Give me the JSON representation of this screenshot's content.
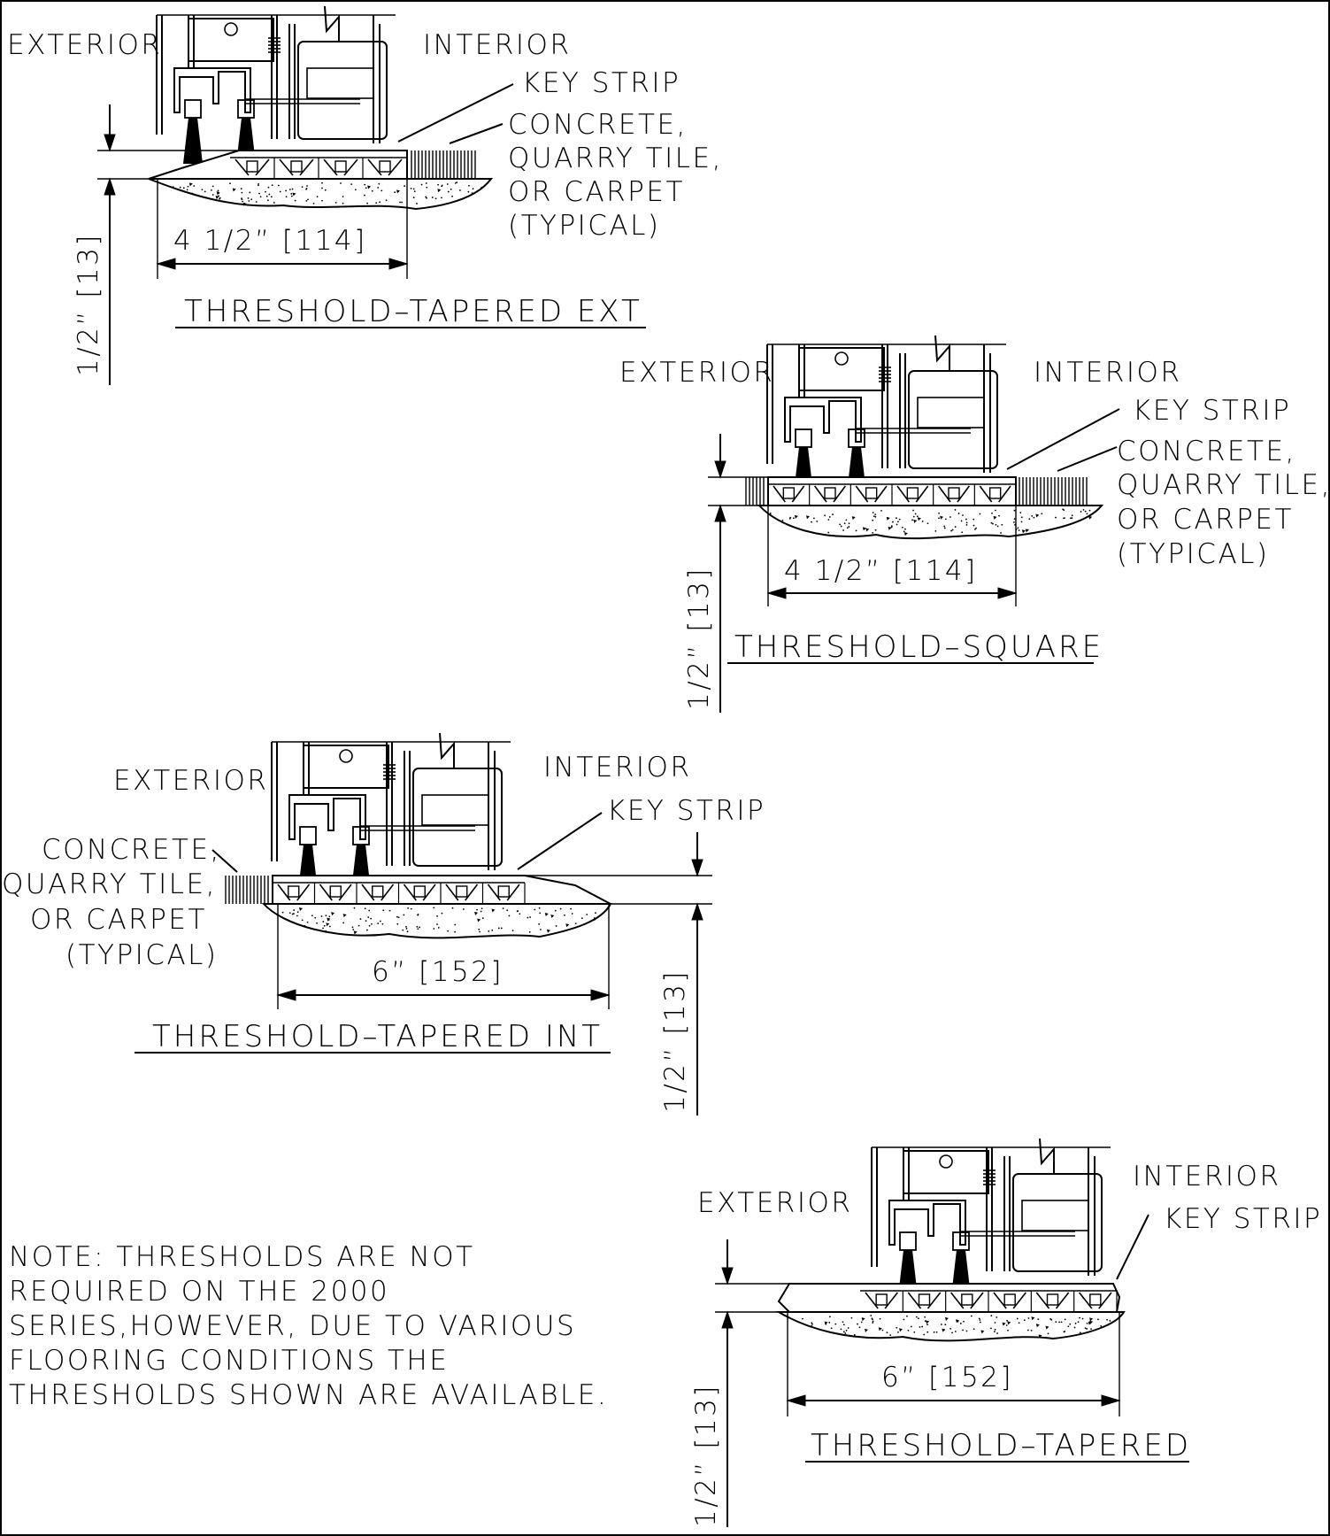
{
  "details": [
    {
      "title": "THRESHOLD–TAPERED EXT",
      "exterior": "EXTERIOR",
      "interior": "INTERIOR",
      "key_strip": "KEY STRIP",
      "floor_note": [
        "CONCRETE,",
        "QUARRY TILE,",
        "OR CARPET",
        "(TYPICAL)"
      ],
      "width_dim": "4 1/2” [114]",
      "height_dim": "1/2” [13]"
    },
    {
      "title": "THRESHOLD–SQUARE",
      "exterior": "EXTERIOR",
      "interior": "INTERIOR",
      "key_strip": "KEY STRIP",
      "floor_note": [
        "CONCRETE,",
        "QUARRY TILE,",
        "OR CARPET",
        "(TYPICAL)"
      ],
      "width_dim": "4 1/2” [114]",
      "height_dim": "1/2” [13]"
    },
    {
      "title": "THRESHOLD–TAPERED INT",
      "exterior": "EXTERIOR",
      "interior": "INTERIOR",
      "key_strip": "KEY STRIP",
      "floor_note": [
        "CONCRETE,",
        "QUARRY TILE,",
        "OR CARPET",
        "(TYPICAL)"
      ],
      "width_dim": "6” [152]",
      "height_dim": "1/2” [13]"
    },
    {
      "title": "THRESHOLD–TAPERED",
      "exterior": "EXTERIOR",
      "interior": "INTERIOR",
      "key_strip": "KEY STRIP",
      "width_dim": "6” [152]",
      "height_dim": "1/2” [13]"
    }
  ],
  "note": [
    "NOTE: THRESHOLDS ARE NOT",
    "REQUIRED ON THE 2000",
    "SERIES,HOWEVER, DUE TO VARIOUS",
    "FLOORING CONDITIONS THE",
    "THRESHOLDS SHOWN ARE AVAILABLE."
  ]
}
